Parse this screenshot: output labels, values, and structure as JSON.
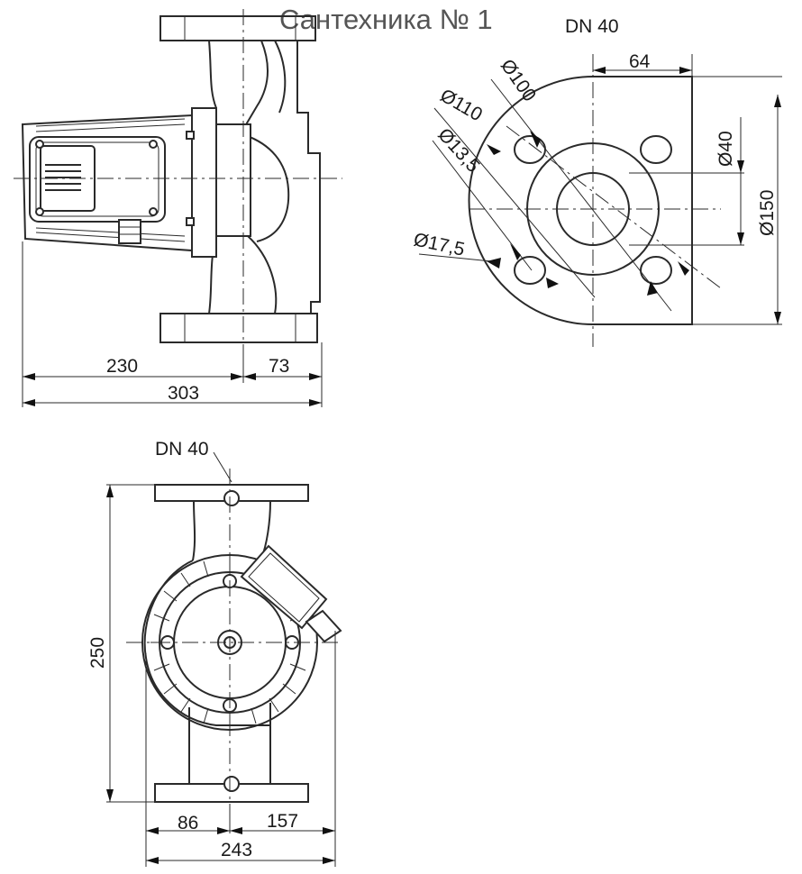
{
  "watermark": "Сантехника № 1",
  "flange_label_top": "DN 40",
  "flange_label_bottom": "DN 40",
  "side_view": {
    "dim_left": "230",
    "dim_right": "73",
    "dim_total": "303"
  },
  "flange_view": {
    "dim_bolt_spacing": "64",
    "dim_bolt_circle": "Ø100",
    "dim_raised_face": "Ø110",
    "dim_bolt_hole": "Ø13,5",
    "dim_slot": "Ø17,5",
    "dim_bore": "Ø40",
    "dim_outer": "Ø150"
  },
  "front_view": {
    "dim_height": "250",
    "dim_left": "86",
    "dim_right": "157",
    "dim_total": "243"
  }
}
